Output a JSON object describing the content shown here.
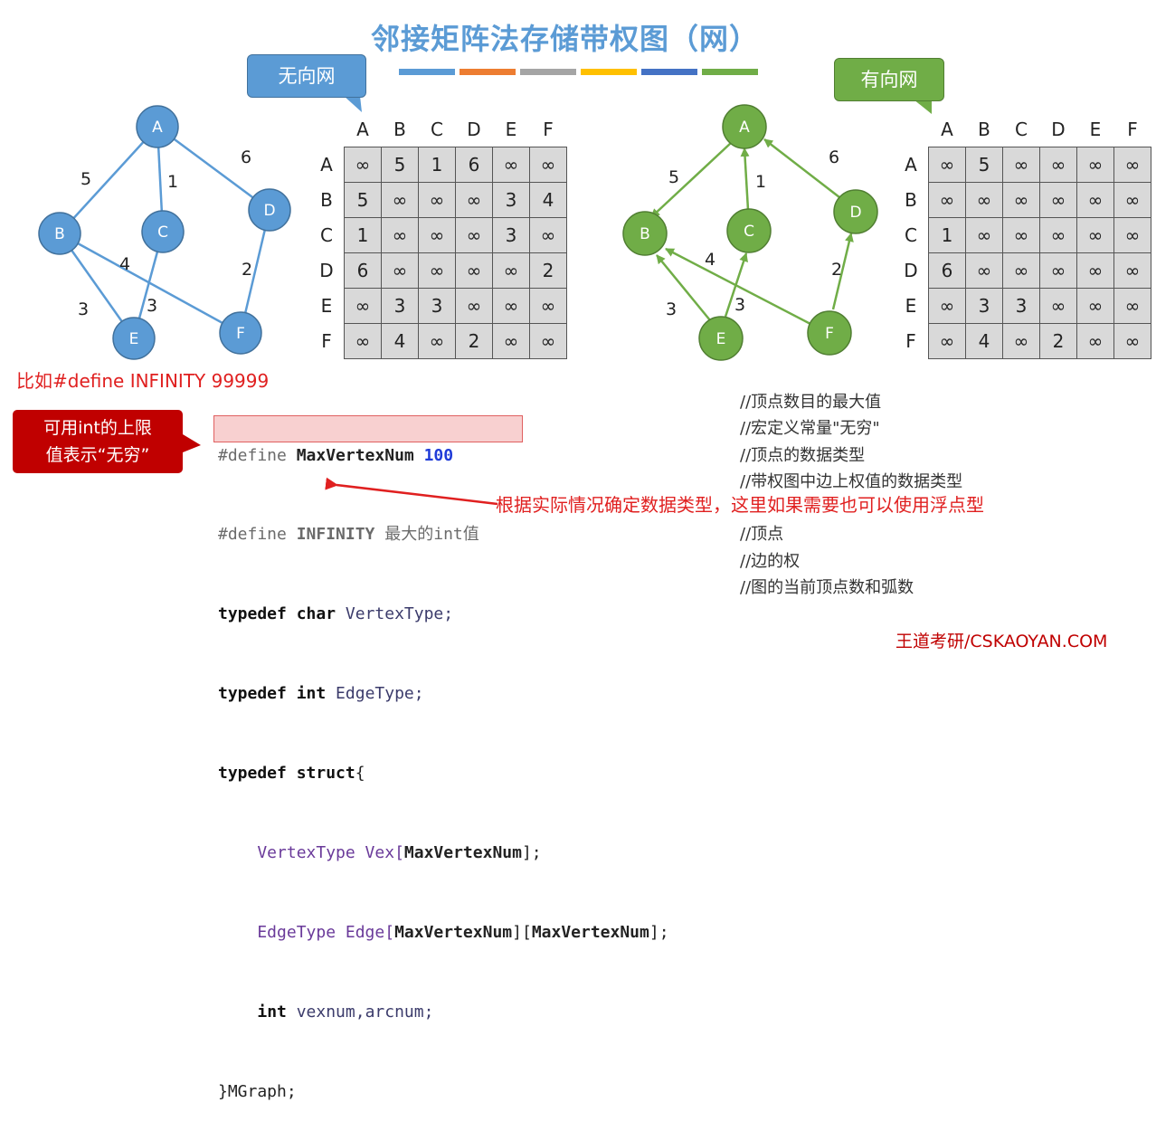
{
  "title": "邻接矩阵法存储带权图（网）",
  "header_colors": [
    "#5b9bd5",
    "#ed7d31",
    "#a5a5a5",
    "#ffc000",
    "#4472c4",
    "#70ad47"
  ],
  "undirected_label": "无向网",
  "directed_label": "有向网",
  "undirected_graph": {
    "nodes": [
      "A",
      "B",
      "C",
      "D",
      "E",
      "F"
    ],
    "edge_weights": [
      "5",
      "1",
      "6",
      "4",
      "3",
      "3",
      "2"
    ]
  },
  "directed_graph": {
    "nodes": [
      "A",
      "B",
      "C",
      "D",
      "E",
      "F"
    ],
    "edge_weights": [
      "5",
      "1",
      "6",
      "4",
      "3",
      "3",
      "2"
    ]
  },
  "matrix_headers": [
    "A",
    "B",
    "C",
    "D",
    "E",
    "F"
  ],
  "undirected_matrix": [
    [
      "∞",
      "5",
      "1",
      "6",
      "∞",
      "∞"
    ],
    [
      "5",
      "∞",
      "∞",
      "∞",
      "3",
      "4"
    ],
    [
      "1",
      "∞",
      "∞",
      "∞",
      "3",
      "∞"
    ],
    [
      "6",
      "∞",
      "∞",
      "∞",
      "∞",
      "2"
    ],
    [
      "∞",
      "3",
      "3",
      "∞",
      "∞",
      "∞"
    ],
    [
      "∞",
      "4",
      "∞",
      "2",
      "∞",
      "∞"
    ]
  ],
  "directed_matrix": [
    [
      "∞",
      "5",
      "∞",
      "∞",
      "∞",
      "∞"
    ],
    [
      "∞",
      "∞",
      "∞",
      "∞",
      "∞",
      "∞"
    ],
    [
      "1",
      "∞",
      "∞",
      "∞",
      "∞",
      "∞"
    ],
    [
      "6",
      "∞",
      "∞",
      "∞",
      "∞",
      "∞"
    ],
    [
      "∞",
      "3",
      "3",
      "∞",
      "∞",
      "∞"
    ],
    [
      "∞",
      "4",
      "∞",
      "2",
      "∞",
      "∞"
    ]
  ],
  "example_note": "比如#define  INFINITY  99999",
  "callout_red": [
    "可用int的上限",
    "值表示“无穷”"
  ],
  "code": {
    "l1_a": "#define ",
    "l1_b": "MaxVertexNum",
    "l1_c": " 100",
    "l2_a": "#define ",
    "l2_b": "INFINITY",
    "l2_c": " 最大的int值",
    "l3_a": "typedef ",
    "l3_b": "char",
    "l3_c": " VertexType;",
    "l4_a": "typedef ",
    "l4_b": "int",
    "l4_c": " EdgeType;",
    "l5_a": "typedef ",
    "l5_b": "struct",
    "l5_c": "{",
    "l6_a": "    VertexType Vex[",
    "l6_b": "MaxVertexNum",
    "l6_c": "];",
    "l7_a": "    EdgeType Edge[",
    "l7_b": "MaxVertexNum",
    "l7_c": "][",
    "l7_d": "MaxVertexNum",
    "l7_e": "];",
    "l8_a": "    ",
    "l8_b": "int",
    "l8_c": " vexnum,arcnum;",
    "l9": "}MGraph;"
  },
  "comments": [
    "//顶点数目的最大值",
    "//宏定义常量\"无穷\"",
    "//顶点的数据类型",
    "//带权图中边上权值的数据类型",
    "",
    "//顶点",
    "//边的权",
    "//图的当前顶点数和弧数"
  ],
  "arrow_note": "根据实际情况确定数据类型，这里如果需要也可以使用浮点型",
  "footer": "王道考研/CSKAOYAN.COM"
}
